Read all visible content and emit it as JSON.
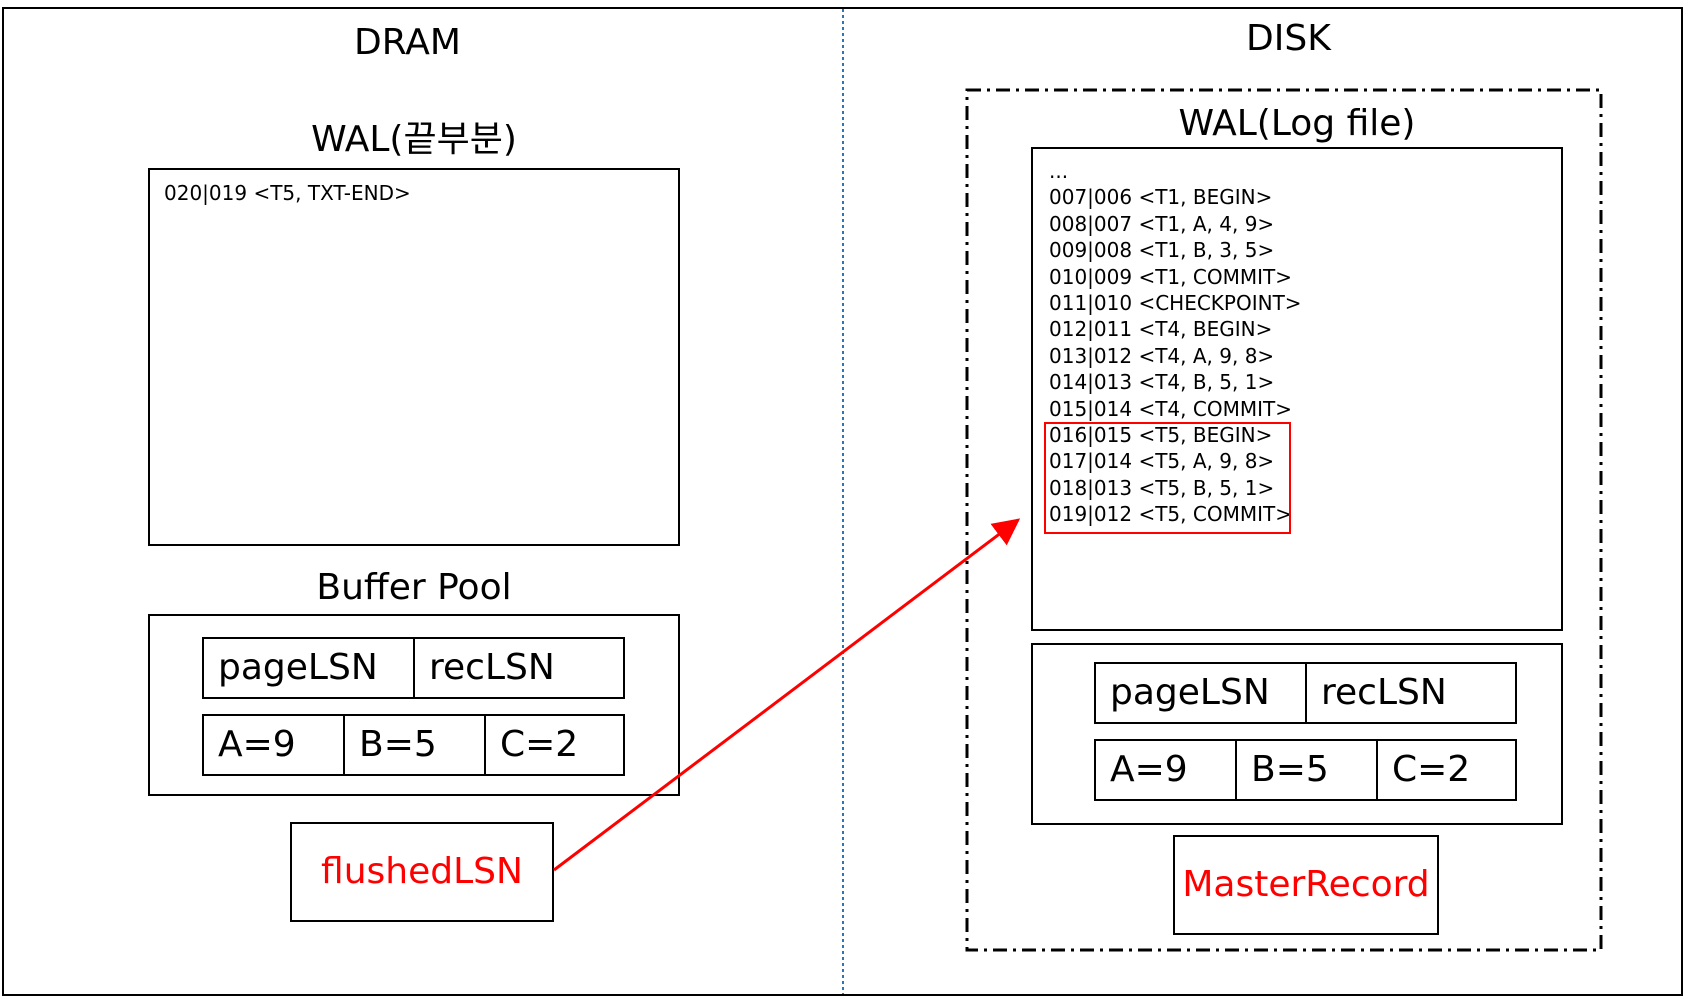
{
  "dram": {
    "heading": "DRAM",
    "wal": {
      "title": "WAL(끝부분)",
      "lines": [
        "020|019 <T5, TXT-END>"
      ]
    },
    "buffer_pool": {
      "title": "Buffer Pool",
      "header": [
        "pageLSN",
        "recLSN"
      ],
      "values": [
        "A=9",
        "B=5",
        "C=2"
      ]
    },
    "flushed_lsn": "flushedLSN"
  },
  "disk": {
    "heading": "DISK",
    "wal": {
      "title": "WAL(Log file)",
      "lines": [
        "...",
        "007|006 <T1, BEGIN>",
        "008|007 <T1, A, 4, 9>",
        "009|008 <T1, B, 3, 5>",
        "010|009 <T1, COMMIT>",
        "011|010 <CHECKPOINT>",
        "012|011 <T4, BEGIN>",
        "013|012 <T4, A, 9, 8>",
        "014|013 <T4, B, 5, 1>",
        "015|014 <T4, COMMIT>",
        "016|015 <T5, BEGIN>",
        "017|014 <T5, A, 9, 8>",
        "018|013 <T5, B, 5, 1>",
        "019|012 <T5, COMMIT>"
      ]
    },
    "pages": {
      "header": [
        "pageLSN",
        "recLSN"
      ],
      "values": [
        "A=9",
        "B=5",
        "C=2"
      ]
    },
    "master_record": "MasterRecord"
  },
  "colors": {
    "highlight": "#ff0000",
    "divider": "#2e75b6"
  }
}
